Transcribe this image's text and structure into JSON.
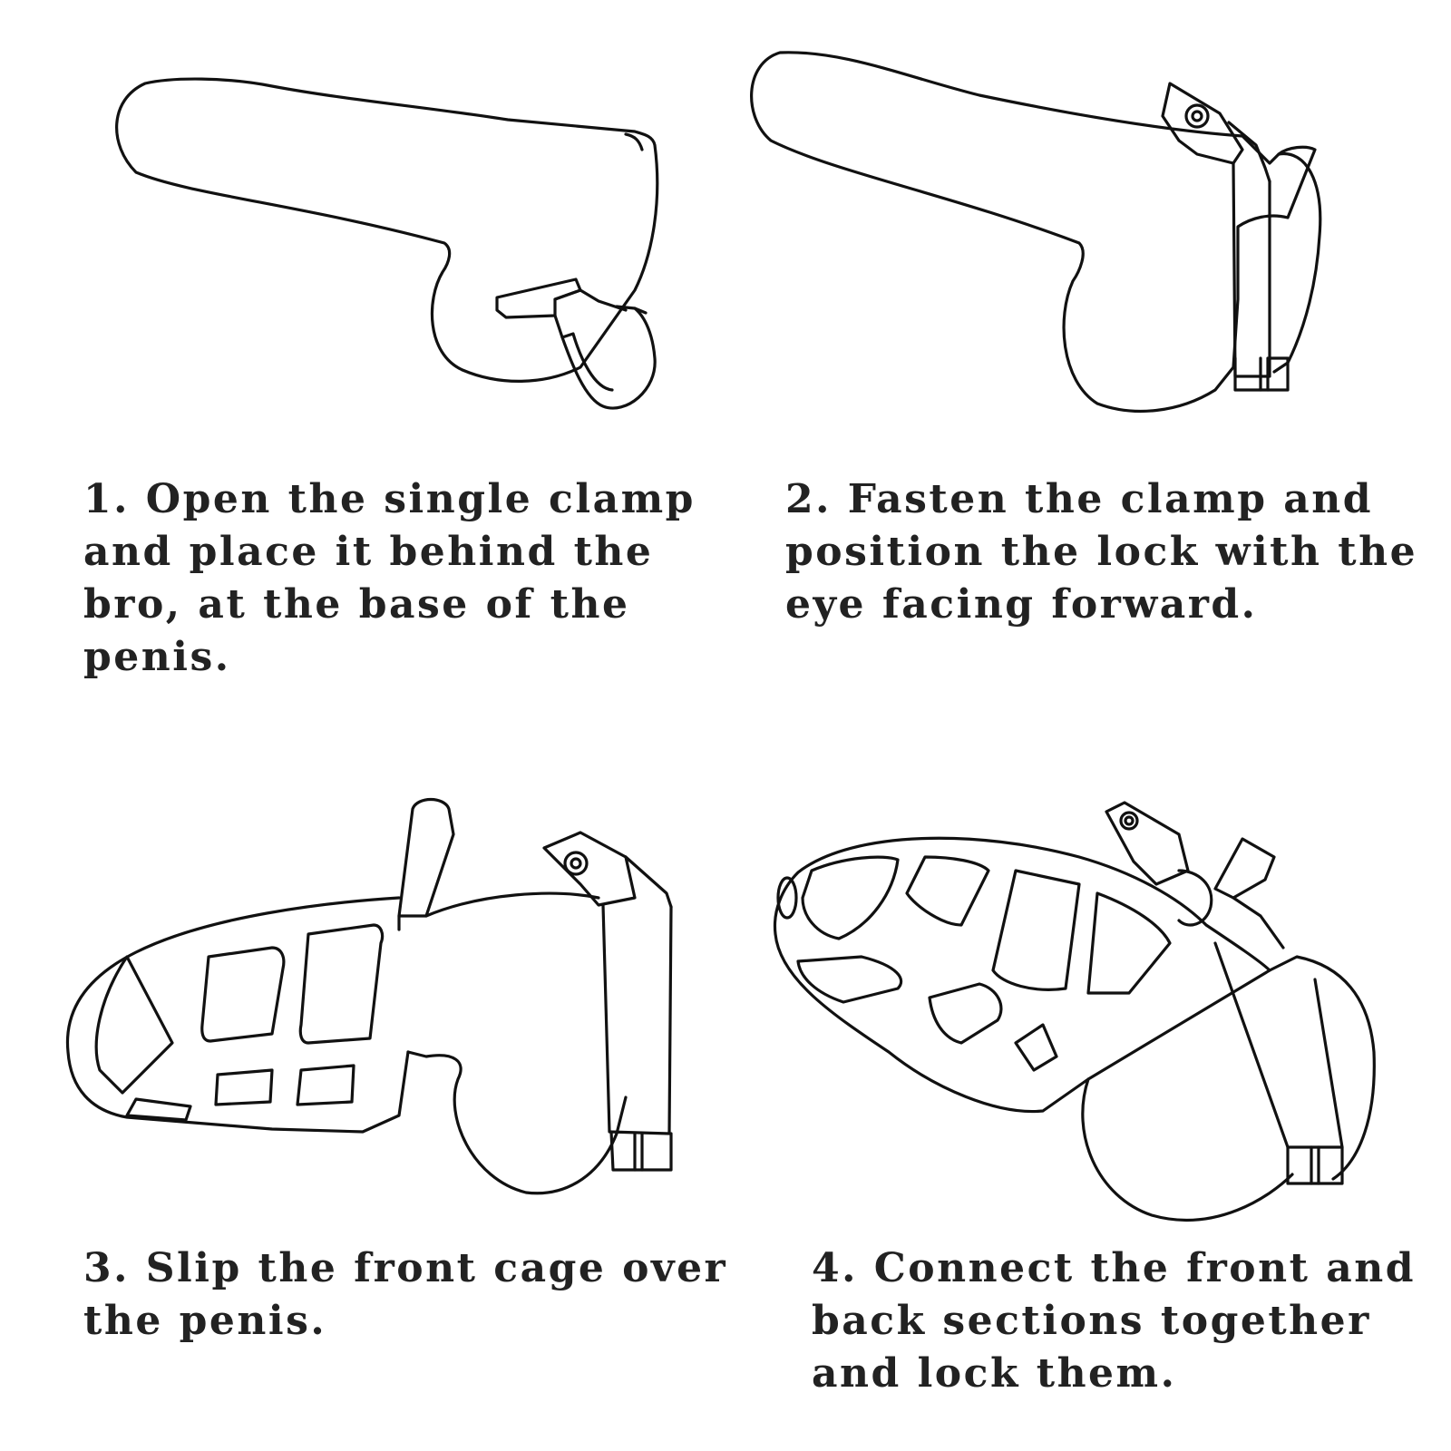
{
  "steps": [
    {
      "number": "1.",
      "text": "Open the single clamp and place it behind the bro, at the base of the penis."
    },
    {
      "number": "2.",
      "text": "Fasten the clamp and position the lock with the eye facing forward."
    },
    {
      "number": "3.",
      "text": "Slip the front cage over the penis."
    },
    {
      "number": "4.",
      "text": "Connect the front and back sections together and lock them."
    }
  ],
  "colors": {
    "line": "#111111",
    "text": "#222222",
    "background": "#ffffff"
  }
}
